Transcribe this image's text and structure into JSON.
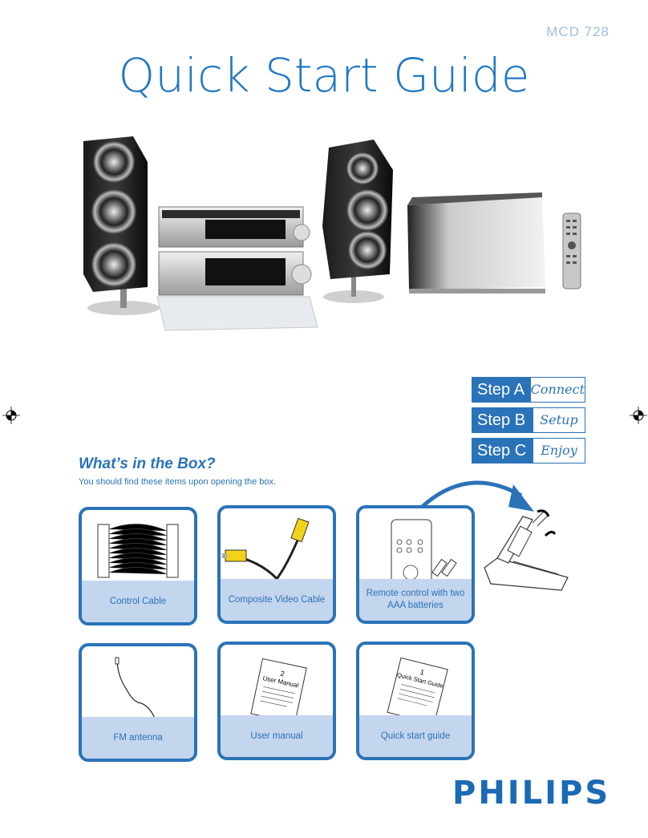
{
  "header": {
    "model": "MCD 728",
    "title": "Quick Start Guide"
  },
  "steps": [
    {
      "label": "Step A",
      "value": "Connect"
    },
    {
      "label": "Step B",
      "value": "Setup"
    },
    {
      "label": "Step C",
      "value": "Enjoy"
    }
  ],
  "box": {
    "heading": "What’s in the Box?",
    "subtitle": "You should find these items upon opening the box.",
    "items": [
      {
        "caption": "Control Cable"
      },
      {
        "caption": "Composite Video Cable"
      },
      {
        "caption": "Remote control with two AAA batteries"
      },
      {
        "caption": "FM antenna"
      },
      {
        "caption": "User manual",
        "doc_number": "2",
        "doc_title": "User Manual"
      },
      {
        "caption": "Quick start guide",
        "doc_number": "1",
        "doc_title": "Quick Start Guide"
      }
    ]
  },
  "brand": {
    "logo": "PHILIPS"
  },
  "colors": {
    "accent": "#2a73b8",
    "band": "#c4d5ee"
  }
}
